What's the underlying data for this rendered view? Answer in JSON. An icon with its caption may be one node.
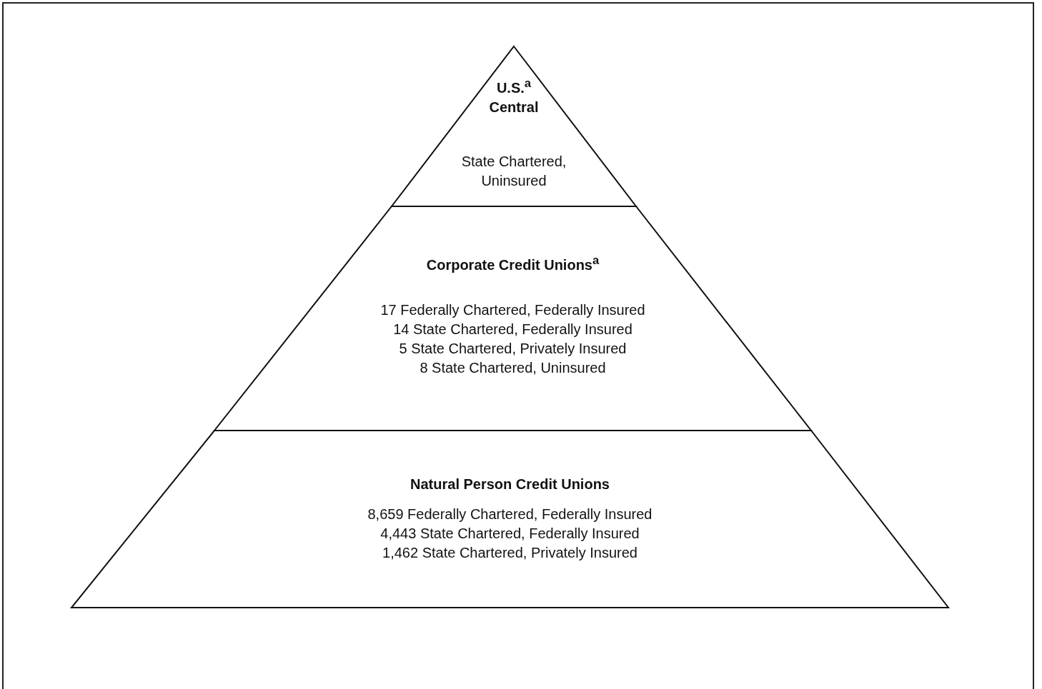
{
  "diagram": {
    "nodes": [
      {
        "text": [
          "U.S.$^{a}$ Central",
          "State Chartered, Uninsured"
        ]
      },
      {
        "text": [
          "Corporate Credit Unions$^{a}$",
          "17 Federally Chartered, Federally Insured",
          "14 State Chartered, Federally Insured",
          "5 State Chartered, Privately Insured",
          "8 State Chartered, Uninsured"
        ]
      },
      {
        "text": [
          "Natural Person Credit Unions",
          "8,659 Federally Chartered, Federally Insured",
          "4,443 State Chartered, Federally Insured",
          "1,462 State Chartered, Privately Insured"
        ]
      }
    ],
    "edges": []
  }
}
